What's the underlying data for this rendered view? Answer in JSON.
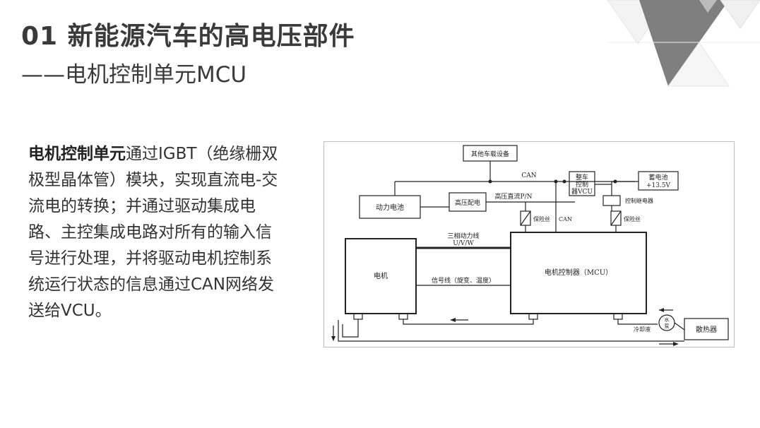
{
  "header": {
    "title": "01 新能源汽车的高电压部件",
    "subtitle": "——电机控制单元MCU"
  },
  "description": {
    "bold_term": "电机控制单元",
    "text": "通过IGBT（绝缘栅双极型晶体管）模块，实现直流电-交流电的转换；并通过驱动集成电路、主控集成电路对所有的输入信号进行处理，并将驱动电机控制系统运行状态的信息通过CAN网络发送给VCU。"
  },
  "diagram": {
    "other_devices": "其他车载设备",
    "can_top": "CAN",
    "vcu_lines": [
      "整车",
      "控制",
      "器VCU"
    ],
    "battery12_lines": [
      "蓄电池",
      "+13.5V"
    ],
    "power_battery": "动力电池",
    "hv_distribution": "高压配电",
    "hv_dc": "高压直流P/N",
    "control_relay": "控制继电器",
    "fuse_left": "保险丝",
    "fuse_right": "保险丝",
    "can_mid": "CAN",
    "three_phase_lines": [
      "三相动力线",
      "U/V/W"
    ],
    "motor": "电机",
    "mcu": "电机控制器（MCU）",
    "signal_line": "信号线（旋变、温度）",
    "pump_lines": [
      "水",
      "泵"
    ],
    "coolant": "冷却液",
    "radiator": "散热器"
  },
  "colors": {
    "title": "#3a3a3a",
    "text": "#333333",
    "deco_triangle": "#808080",
    "diagram_lines": "#222222"
  }
}
